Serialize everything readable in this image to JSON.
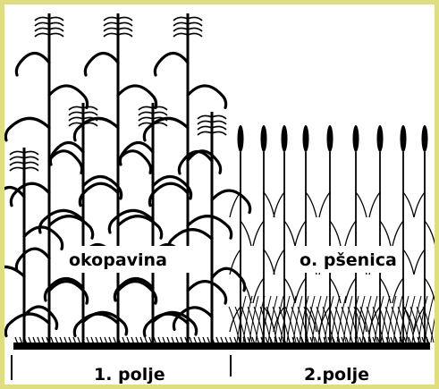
{
  "labels": {
    "crop_left": "okopavina",
    "crop_right": "o. pšenica",
    "field_left": "1. polje",
    "field_right": "2.polje"
  },
  "colors": {
    "frame": "#dede80",
    "background": "#ffffff",
    "ink": "#000000"
  }
}
